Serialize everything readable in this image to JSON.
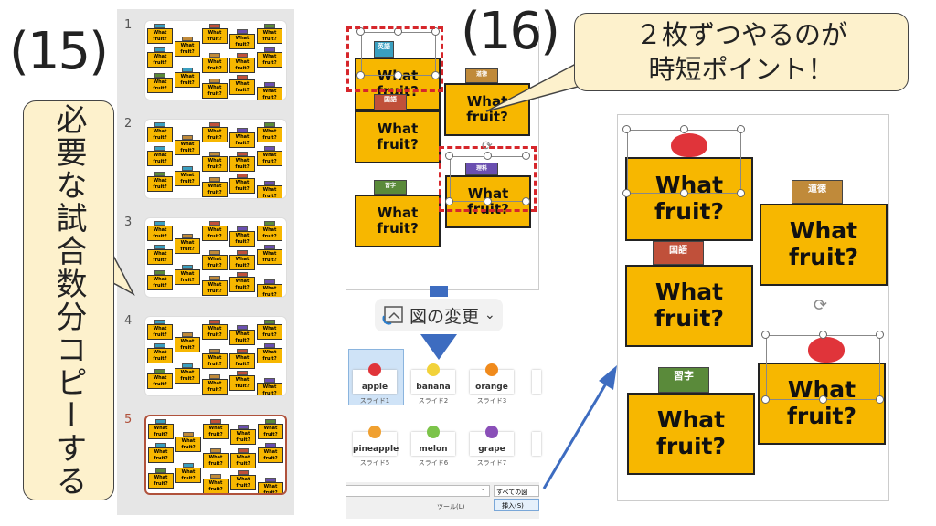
{
  "steps": {
    "left": "(15)",
    "middle": "(16)"
  },
  "callouts": {
    "vertical": "必要な試合数分コピーする",
    "top_line1": "２枚ずつやるのが",
    "top_line2": "時短ポイント！"
  },
  "slide_panel": {
    "slides": [
      {
        "number": "1",
        "selected": false
      },
      {
        "number": "2",
        "selected": false
      },
      {
        "number": "3",
        "selected": false
      },
      {
        "number": "4",
        "selected": false
      },
      {
        "number": "5",
        "selected": true
      }
    ]
  },
  "card_text": "What\nfruit?",
  "books": [
    "英語",
    "道徳",
    "国語",
    "理科",
    "習字"
  ],
  "change_picture": {
    "label": "図の変更",
    "chevron": "⌄"
  },
  "picker": {
    "items": [
      {
        "name": "apple",
        "slide": "スライド1",
        "color": "#e0343a",
        "selected": true
      },
      {
        "name": "banana",
        "slide": "スライド2",
        "color": "#f2d23a",
        "selected": false
      },
      {
        "name": "orange",
        "slide": "スライド3",
        "color": "#f08a1c",
        "selected": false
      },
      {
        "name": "pineapple",
        "slide": "スライド5",
        "color": "#f0a030",
        "selected": false
      },
      {
        "name": "melon",
        "slide": "スライド6",
        "color": "#7cc44a",
        "selected": false
      },
      {
        "name": "grape",
        "slide": "スライド7",
        "color": "#8a4fb8",
        "selected": false
      }
    ],
    "filter": "すべての図",
    "tools": "ツール(L)",
    "insert": "挿入(S)"
  },
  "colors": {
    "accent_red": "#d6262b",
    "card": "#f7b700",
    "arrow": "#3d6cc0",
    "selected_slide": "#b0523c"
  }
}
